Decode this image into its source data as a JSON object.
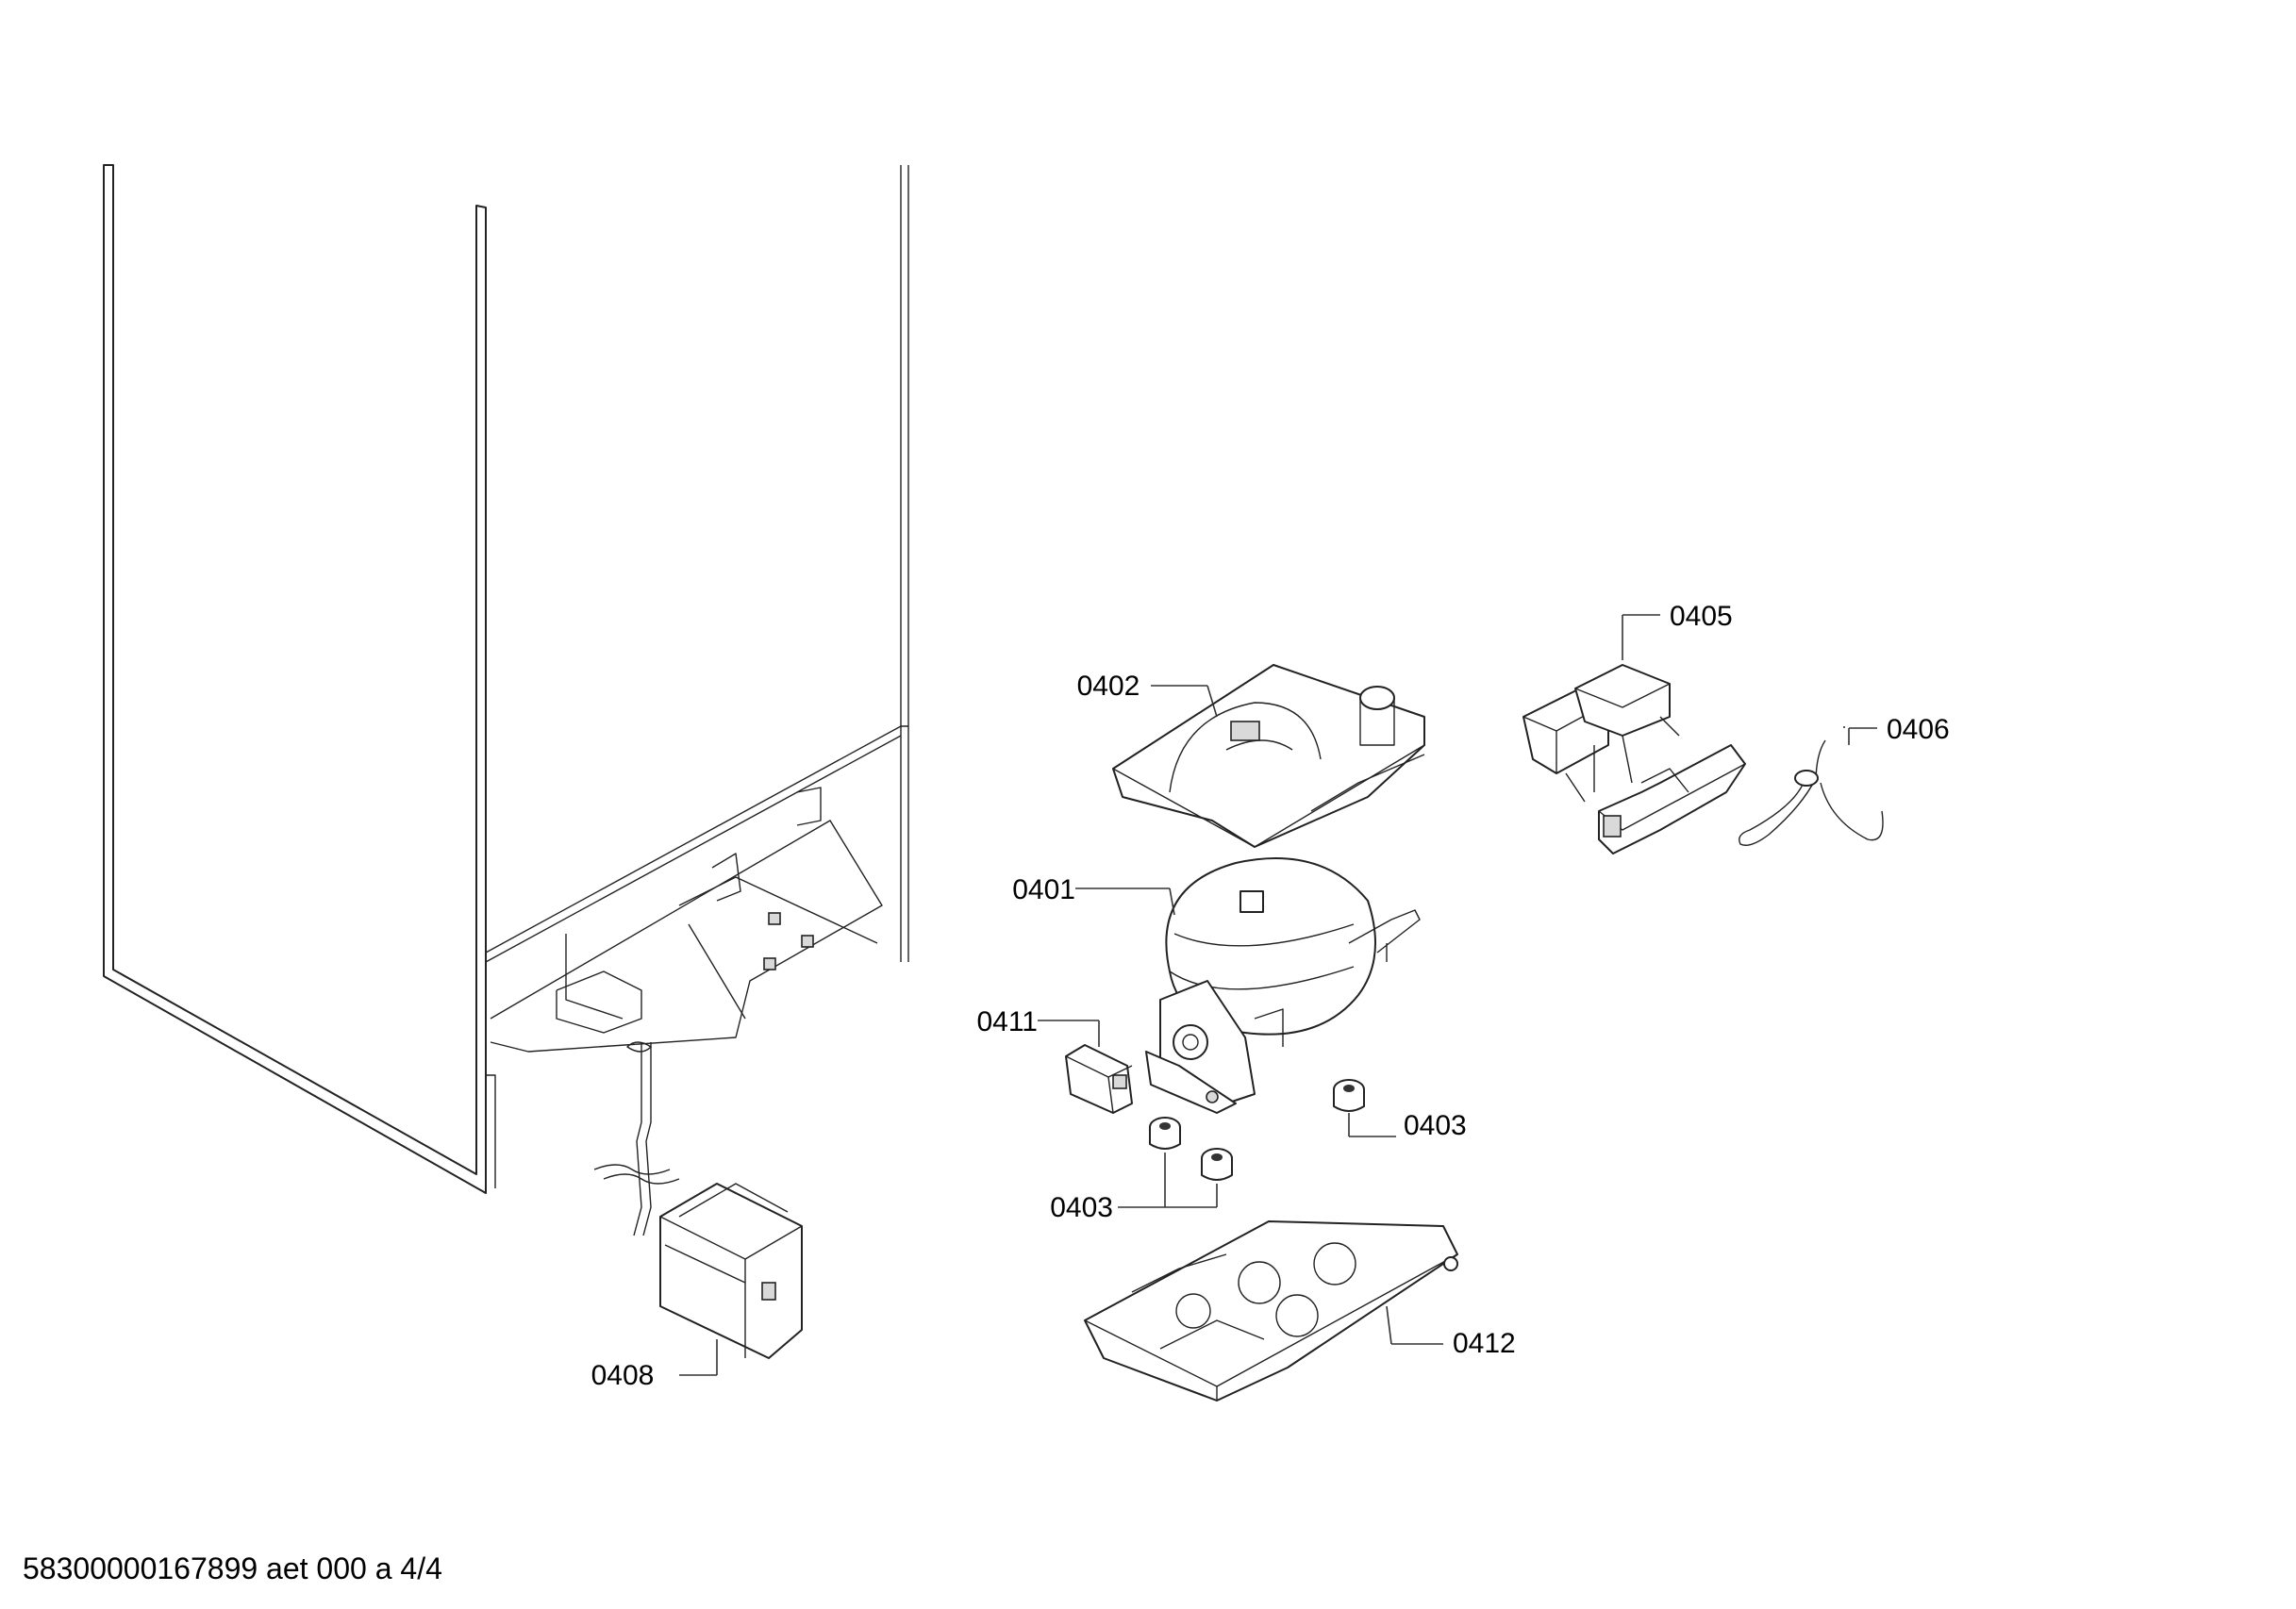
{
  "labels": {
    "compressor": "0401",
    "compressor_cover": "0402",
    "damper_right": "0403",
    "damper_left": "0403",
    "relay_box": "0405",
    "temperature_sensor": "0406",
    "electronic_module": "0408",
    "start_relay": "0411",
    "mounting_plate": "0412"
  },
  "footer": {
    "document_id": "58300000167899 aet 000 a 4/4"
  }
}
